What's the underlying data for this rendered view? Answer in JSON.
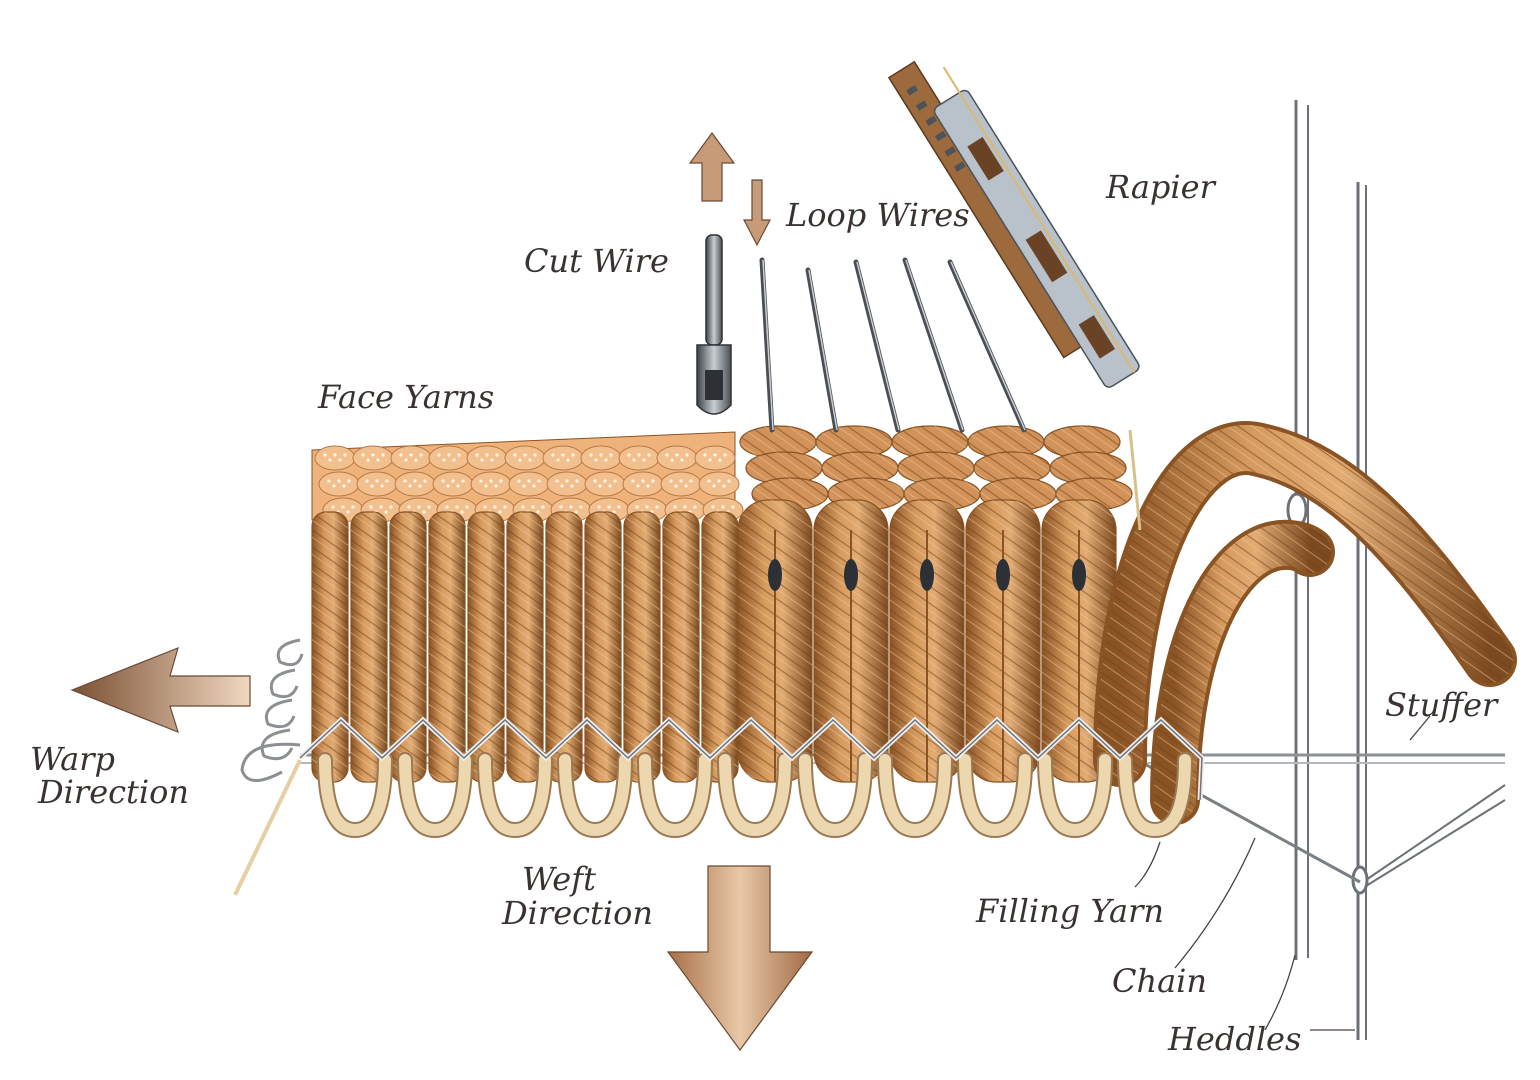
{
  "labels": {
    "face_yarns": "Face Yarns",
    "cut_wire": "Cut Wire",
    "loop_wires": "Loop Wires",
    "rapier": "Rapier",
    "warp_direction_line1": "Warp",
    "warp_direction_line2": "Direction",
    "weft_direction_line1": "Weft",
    "weft_direction_line2": "Direction",
    "filling_yarn": "Filling Yarn",
    "stuffer": "Stuffer",
    "chain": "Chain",
    "heddles": "Heddles"
  },
  "colors": {
    "yarn": "#c98a4e",
    "yarn_dark": "#8a5324",
    "yarn_light": "#e6b486",
    "tuft_top": "#eeb27a",
    "filling": "#ecd7ae",
    "wire": "#8e949a",
    "arrow": "#b88a66",
    "ink": "#3a3230"
  },
  "icons": {
    "cut_wire": "cut-wire-icon",
    "rapier": "rapier-icon",
    "warp_arrow": "arrow-left-icon",
    "weft_arrow": "arrow-down-icon",
    "shuttle_arrows": "arrow-up-down-icon"
  }
}
